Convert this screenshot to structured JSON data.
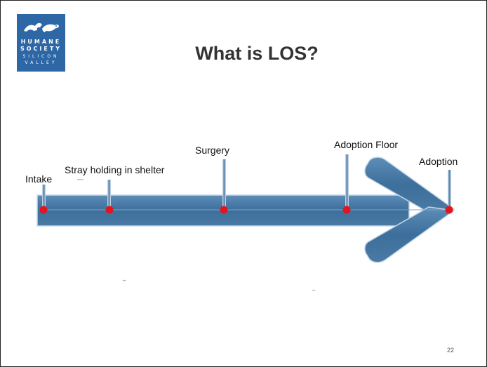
{
  "slide": {
    "title": "What is LOS?",
    "page_number": "22"
  },
  "logo": {
    "lines": [
      "HUMANE",
      "SOCIETY",
      "SILICON",
      "VALLEY"
    ],
    "background_color": "#2e67a6"
  },
  "timeline": {
    "arrow_color": "#3d6f9c",
    "marker_color": "#e0161e",
    "milestones": [
      {
        "label": "Intake"
      },
      {
        "label": "Stray holding in shelter"
      },
      {
        "label": "Surgery"
      },
      {
        "label": "Adoption Floor"
      },
      {
        "label": "Adoption"
      }
    ]
  }
}
